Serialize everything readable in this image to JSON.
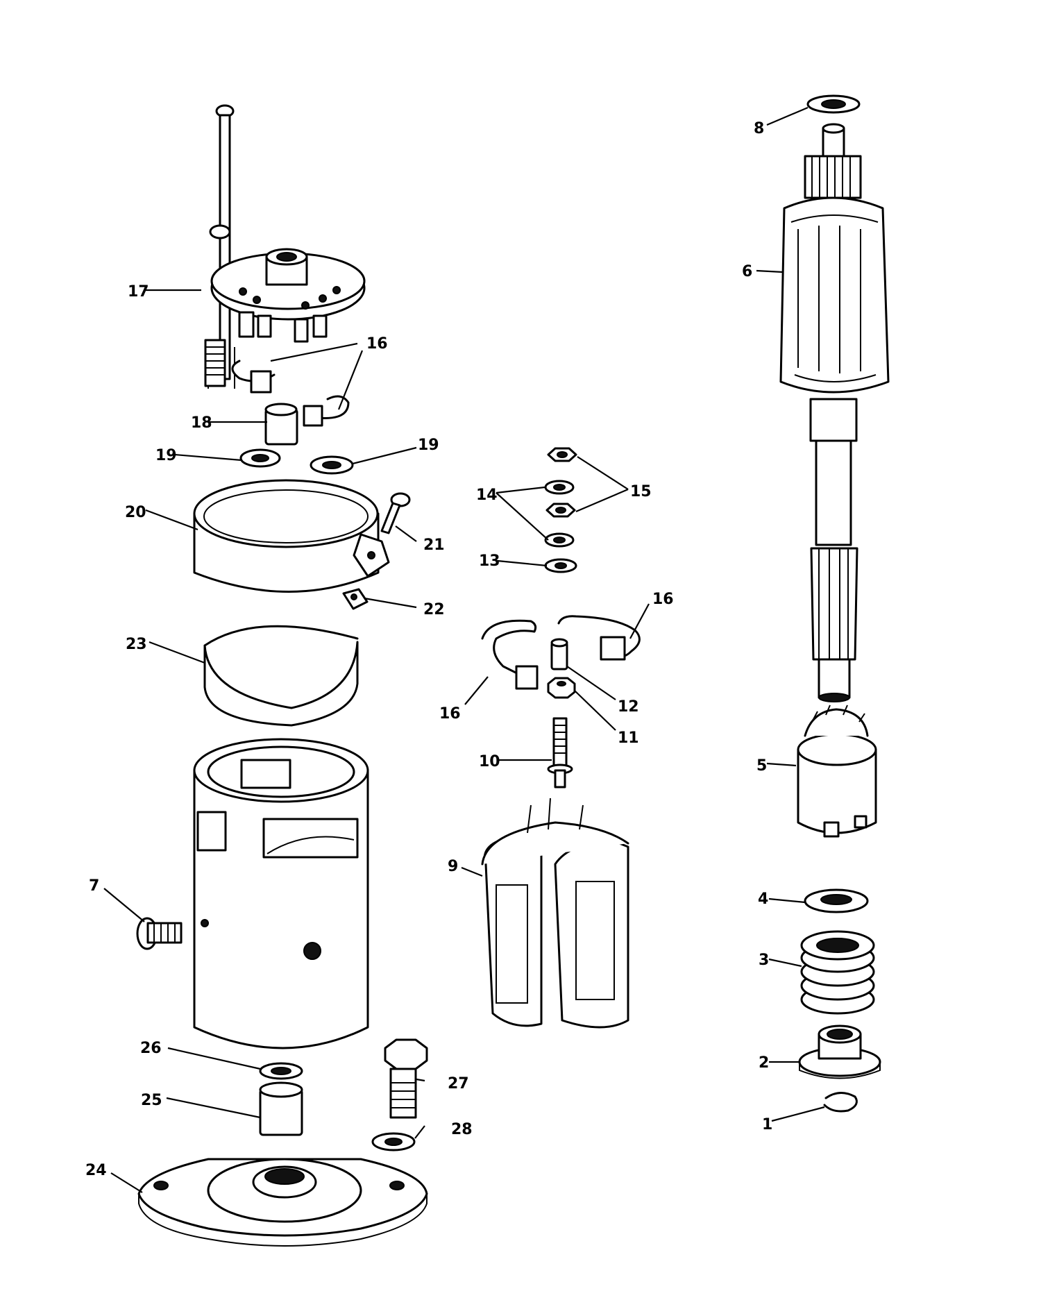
{
  "diagram": {
    "callouts": {
      "c1": "1",
      "c2": "2",
      "c3": "3",
      "c4": "4",
      "c5": "5",
      "c6": "6",
      "c7": "7",
      "c8": "8",
      "c9": "9",
      "c10": "10",
      "c11": "11",
      "c12": "12",
      "c13": "13",
      "c14": "14",
      "c15": "15",
      "c16a": "16",
      "c16b": "16",
      "c16c": "16",
      "c17": "17",
      "c18": "18",
      "c19a": "19",
      "c19b": "19",
      "c20": "20",
      "c21": "21",
      "c22": "22",
      "c23": "23",
      "c24": "24",
      "c25": "25",
      "c26": "26",
      "c27": "27",
      "c28": "28"
    }
  }
}
